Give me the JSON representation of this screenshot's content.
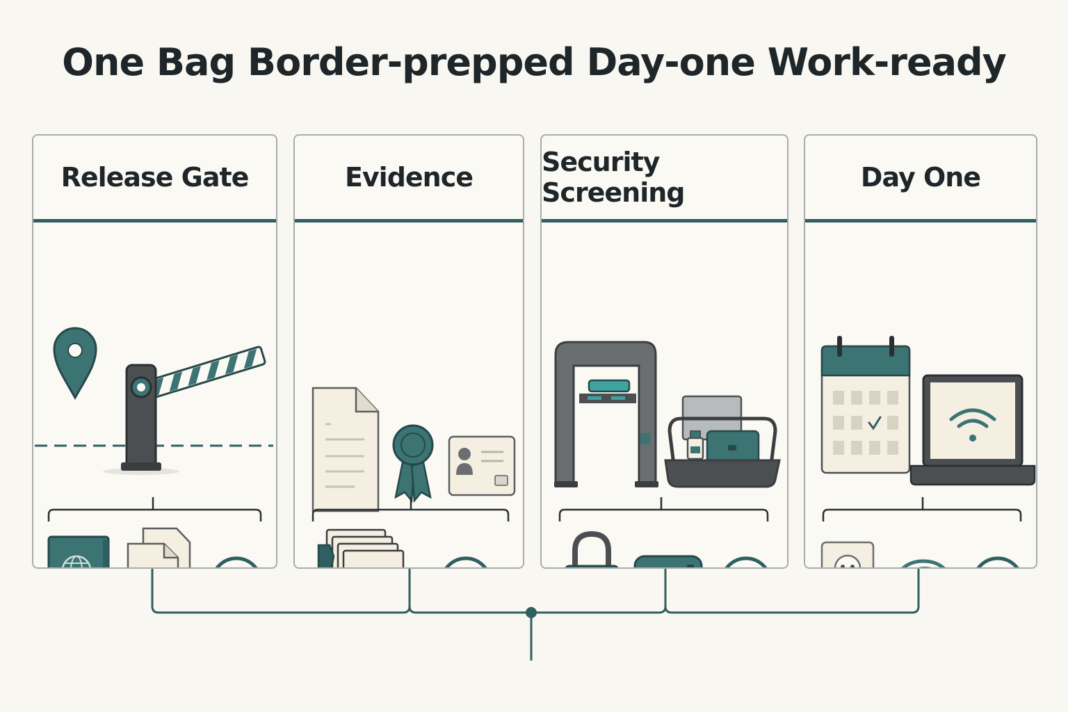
{
  "title": "One Bag Border-prepped Day-one Work-ready",
  "colors": {
    "teal": "#3c7373",
    "teal_dark": "#2f5f61",
    "charcoal": "#4b4f52",
    "paper": "#f4efe1",
    "background": "#f9f7f1"
  },
  "panels": [
    {
      "heading": "Release Gate",
      "scene_icons": [
        "location-pin-icon",
        "barrier-gate-icon",
        "boundary-line-icon"
      ],
      "item_icons": [
        "passport-icon",
        "documents-icon",
        "checkmark-circle-icon"
      ]
    },
    {
      "heading": "Evidence",
      "scene_icons": [
        "document-icon",
        "award-ribbon-icon",
        "id-card-icon"
      ],
      "item_icons": [
        "file-folder-icon",
        "checkmark-circle-icon"
      ]
    },
    {
      "heading": "Security Screening",
      "scene_icons": [
        "metal-detector-icon",
        "screening-tray-icon"
      ],
      "item_icons": [
        "padlock-icon",
        "first-aid-kit-icon",
        "checkmark-circle-icon"
      ]
    },
    {
      "heading": "Day One",
      "scene_icons": [
        "calendar-icon",
        "laptop-wifi-icon"
      ],
      "item_icons": [
        "power-outlet-icon",
        "charging-cable-icon",
        "checkmark-circle-icon"
      ]
    }
  ]
}
